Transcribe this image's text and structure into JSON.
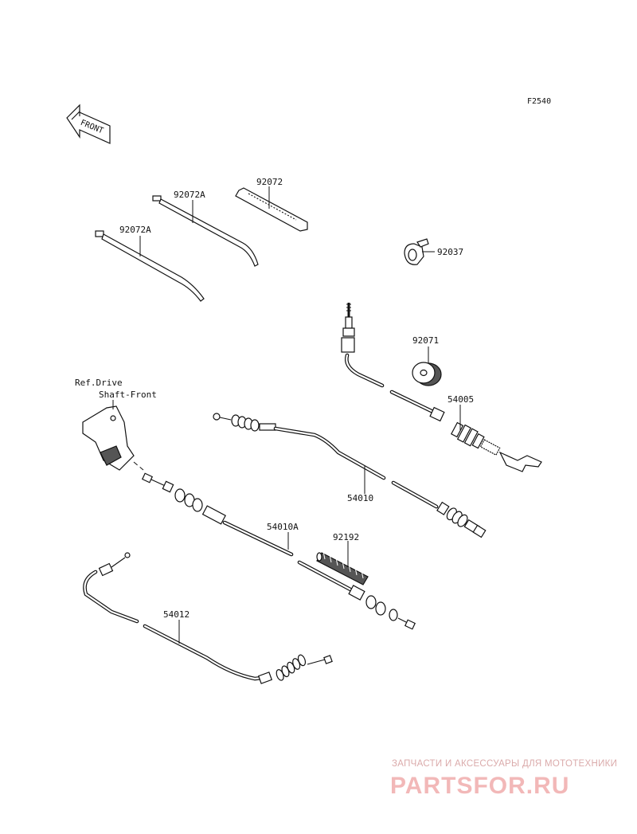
{
  "figure_code": "F2540",
  "front_label": "FRONT",
  "ref_label_line1": "Ref.Drive",
  "ref_label_line2": "Shaft-Front",
  "parts": {
    "p92072": "92072",
    "p92072A_upper": "92072A",
    "p92072A_lower": "92072A",
    "p92037": "92037",
    "p92071": "92071",
    "p54005": "54005",
    "p54010": "54010",
    "p54010A": "54010A",
    "p92192": "92192",
    "p54012": "54012"
  },
  "watermark": {
    "line1": "ЗАПЧАСТИ И АКСЕССУАРЫ ДЛЯ МОТОТЕХНИКИ",
    "line2": "PARTSFOR.RU"
  }
}
